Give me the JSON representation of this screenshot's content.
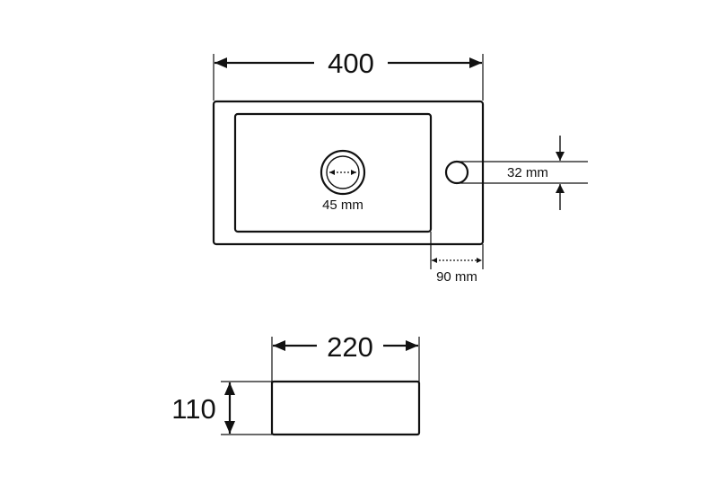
{
  "dimensions": {
    "top_width": "400",
    "drain_diameter": "45 mm",
    "tap_hole_diameter": "32 mm",
    "tap_offset": "90 mm",
    "side_width": "220",
    "side_height": "110"
  },
  "colors": {
    "line": "#111111",
    "background": "#ffffff"
  }
}
